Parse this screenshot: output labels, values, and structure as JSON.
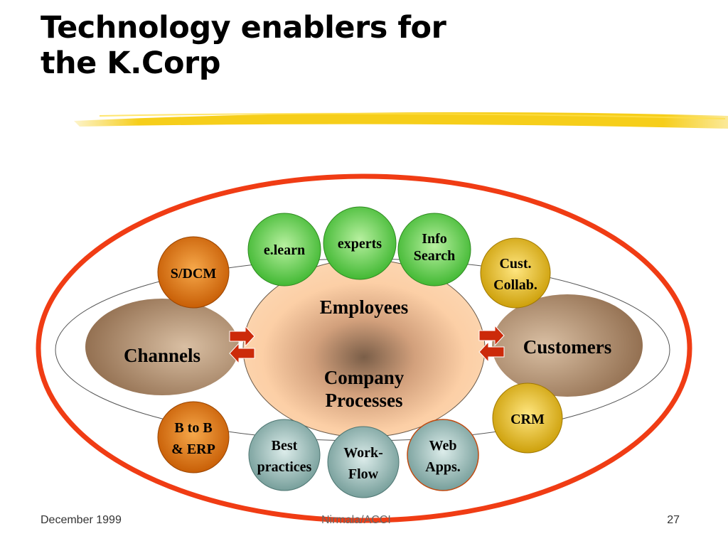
{
  "slide": {
    "title_lines": [
      "Technology enablers for",
      "the K.Corp"
    ],
    "footer": {
      "left": "December 1999",
      "center": "Nirmala/ACCI",
      "right": "27"
    }
  },
  "diagram": {
    "center": {
      "top_label": "Employees",
      "bottom_lines": [
        "Company",
        "Processes"
      ]
    },
    "left_node": "Channels",
    "right_node": "Customers",
    "enablers": [
      {
        "lines": [
          "e.learn"
        ],
        "color": "green"
      },
      {
        "lines": [
          "experts"
        ],
        "color": "green"
      },
      {
        "lines": [
          "Info",
          "Search"
        ],
        "color": "green"
      },
      {
        "lines": [
          "Cust.",
          "Collab."
        ],
        "color": "gold"
      },
      {
        "lines": [
          "CRM"
        ],
        "color": "gold"
      },
      {
        "lines": [
          "Web",
          "Apps."
        ],
        "color": "teal"
      },
      {
        "lines": [
          "Work-",
          "Flow"
        ],
        "color": "teal"
      },
      {
        "lines": [
          "Best",
          "practices"
        ],
        "color": "teal"
      },
      {
        "lines": [
          "S/DCM"
        ],
        "color": "orange"
      },
      {
        "lines": [
          "B to B",
          "& ERP"
        ],
        "color": "orange"
      }
    ],
    "colors": {
      "outer_ring": "#f03c14",
      "highlight": "#f5c800",
      "green": "#4cc83c",
      "gold": "#e2b400",
      "teal": "#7fa8a4",
      "orange": "#dd6a00",
      "brown": "#a47c5c",
      "center": "#fccfa6",
      "arrow": "#cc2a0a"
    }
  }
}
